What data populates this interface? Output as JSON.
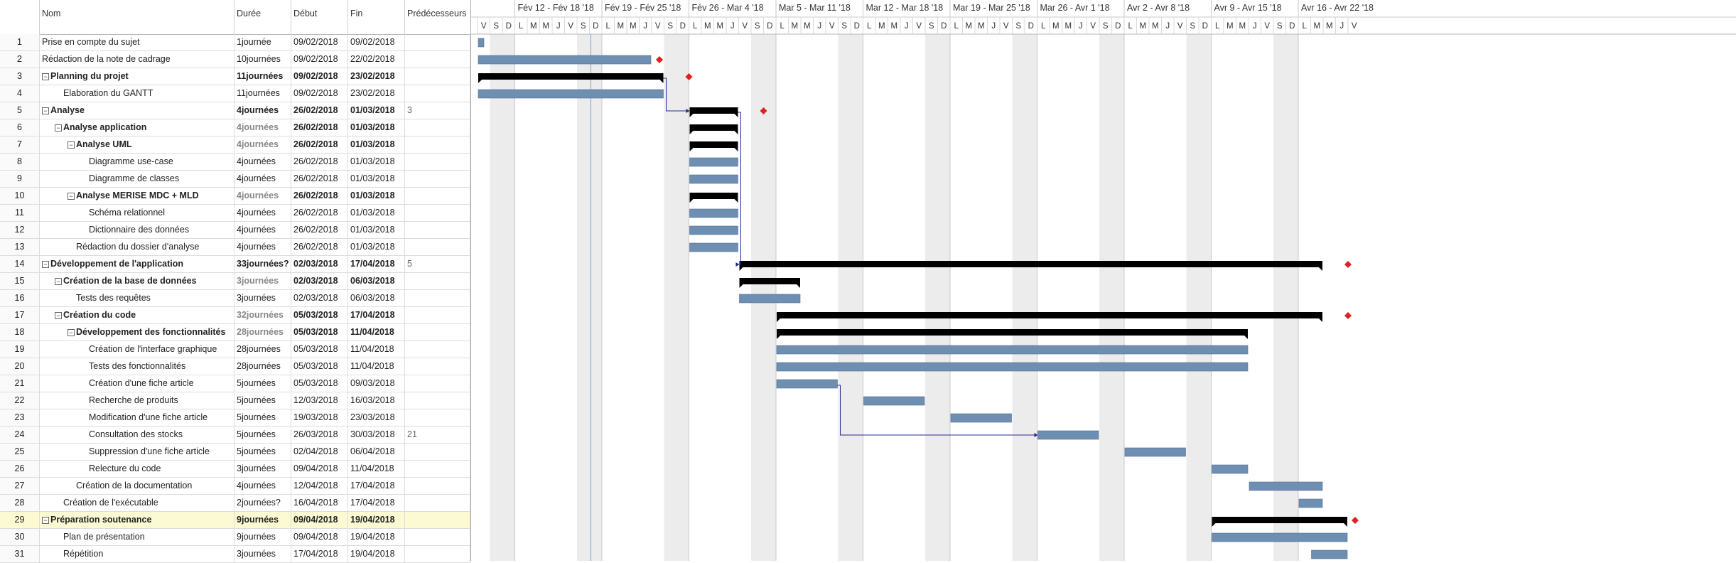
{
  "columns": {
    "name": "Nom",
    "duration": "Durée",
    "start": "Début",
    "end": "Fin",
    "predecessors": "Prédécesseurs"
  },
  "tasks": [
    {
      "id": "1",
      "name": "Prise en compte du sujet",
      "duration": "1journée",
      "start": "09/02/2018",
      "end": "09/02/2018",
      "pred": "",
      "level": 0,
      "summary": false
    },
    {
      "id": "2",
      "name": "Rédaction de la note de cadrage",
      "duration": "10journées",
      "start": "09/02/2018",
      "end": "22/02/2018",
      "pred": "",
      "level": 0,
      "summary": false
    },
    {
      "id": "3",
      "name": "Planning du projet",
      "duration": "11journées",
      "start": "09/02/2018",
      "end": "23/02/2018",
      "pred": "",
      "level": 0,
      "summary": true
    },
    {
      "id": "4",
      "name": "Elaboration du GANTT",
      "duration": "11journées",
      "start": "09/02/2018",
      "end": "23/02/2018",
      "pred": "",
      "level": 1,
      "summary": false
    },
    {
      "id": "5",
      "name": "Analyse",
      "duration": "4journées",
      "start": "26/02/2018",
      "end": "01/03/2018",
      "pred": "3",
      "level": 0,
      "summary": true
    },
    {
      "id": "6",
      "name": "Analyse application",
      "duration": "4journées",
      "start": "26/02/2018",
      "end": "01/03/2018",
      "pred": "",
      "level": 1,
      "summary": true
    },
    {
      "id": "7",
      "name": "Analyse UML",
      "duration": "4journées",
      "start": "26/02/2018",
      "end": "01/03/2018",
      "pred": "",
      "level": 2,
      "summary": true
    },
    {
      "id": "8",
      "name": "Diagramme use-case",
      "duration": "4journées",
      "start": "26/02/2018",
      "end": "01/03/2018",
      "pred": "",
      "level": 3,
      "summary": false
    },
    {
      "id": "9",
      "name": "Diagramme de classes",
      "duration": "4journées",
      "start": "26/02/2018",
      "end": "01/03/2018",
      "pred": "",
      "level": 3,
      "summary": false
    },
    {
      "id": "10",
      "name": "Analyse MERISE MDC + MLD",
      "duration": "4journées",
      "start": "26/02/2018",
      "end": "01/03/2018",
      "pred": "",
      "level": 2,
      "summary": true
    },
    {
      "id": "11",
      "name": "Schéma relationnel",
      "duration": "4journées",
      "start": "26/02/2018",
      "end": "01/03/2018",
      "pred": "",
      "level": 3,
      "summary": false
    },
    {
      "id": "12",
      "name": "Dictionnaire des données",
      "duration": "4journées",
      "start": "26/02/2018",
      "end": "01/03/2018",
      "pred": "",
      "level": 3,
      "summary": false
    },
    {
      "id": "13",
      "name": "Rédaction du dossier d'analyse",
      "duration": "4journées",
      "start": "26/02/2018",
      "end": "01/03/2018",
      "pred": "",
      "level": 2,
      "summary": false
    },
    {
      "id": "14",
      "name": "Développement de l'application",
      "duration": "33journées?",
      "start": "02/03/2018",
      "end": "17/04/2018",
      "pred": "5",
      "level": 0,
      "summary": true
    },
    {
      "id": "15",
      "name": "Création de la base de données",
      "duration": "3journées",
      "start": "02/03/2018",
      "end": "06/03/2018",
      "pred": "",
      "level": 1,
      "summary": true
    },
    {
      "id": "16",
      "name": "Tests des requêtes",
      "duration": "3journées",
      "start": "02/03/2018",
      "end": "06/03/2018",
      "pred": "",
      "level": 2,
      "summary": false
    },
    {
      "id": "17",
      "name": "Création du code",
      "duration": "32journées",
      "start": "05/03/2018",
      "end": "17/04/2018",
      "pred": "",
      "level": 1,
      "summary": true
    },
    {
      "id": "18",
      "name": "Développement des fonctionnalités",
      "duration": "28journées",
      "start": "05/03/2018",
      "end": "11/04/2018",
      "pred": "",
      "level": 2,
      "summary": true
    },
    {
      "id": "19",
      "name": "Création de l'interface graphique",
      "duration": "28journées",
      "start": "05/03/2018",
      "end": "11/04/2018",
      "pred": "",
      "level": 3,
      "summary": false
    },
    {
      "id": "20",
      "name": "Tests des fonctionnalités",
      "duration": "28journées",
      "start": "05/03/2018",
      "end": "11/04/2018",
      "pred": "",
      "level": 3,
      "summary": false
    },
    {
      "id": "21",
      "name": "Création d'une fiche article",
      "duration": "5journées",
      "start": "05/03/2018",
      "end": "09/03/2018",
      "pred": "",
      "level": 3,
      "summary": false
    },
    {
      "id": "22",
      "name": "Recherche de produits",
      "duration": "5journées",
      "start": "12/03/2018",
      "end": "16/03/2018",
      "pred": "",
      "level": 3,
      "summary": false
    },
    {
      "id": "23",
      "name": "Modification d'une fiche article",
      "duration": "5journées",
      "start": "19/03/2018",
      "end": "23/03/2018",
      "pred": "",
      "level": 3,
      "summary": false
    },
    {
      "id": "24",
      "name": "Consultation des stocks",
      "duration": "5journées",
      "start": "26/03/2018",
      "end": "30/03/2018",
      "pred": "21",
      "level": 3,
      "summary": false
    },
    {
      "id": "25",
      "name": "Suppression d'une fiche article",
      "duration": "5journées",
      "start": "02/04/2018",
      "end": "06/04/2018",
      "pred": "",
      "level": 3,
      "summary": false
    },
    {
      "id": "26",
      "name": "Relecture du code",
      "duration": "3journées",
      "start": "09/04/2018",
      "end": "11/04/2018",
      "pred": "",
      "level": 3,
      "summary": false
    },
    {
      "id": "27",
      "name": "Création de la documentation",
      "duration": "4journées",
      "start": "12/04/2018",
      "end": "17/04/2018",
      "pred": "",
      "level": 2,
      "summary": false
    },
    {
      "id": "28",
      "name": "Création de l'exécutable",
      "duration": "2journées?",
      "start": "16/04/2018",
      "end": "17/04/2018",
      "pred": "",
      "level": 1,
      "summary": false
    },
    {
      "id": "29",
      "name": "Préparation soutenance",
      "duration": "9journées",
      "start": "09/04/2018",
      "end": "19/04/2018",
      "pred": "",
      "level": 0,
      "summary": true,
      "highlight": true
    },
    {
      "id": "30",
      "name": "Plan de présentation",
      "duration": "9journées",
      "start": "09/04/2018",
      "end": "19/04/2018",
      "pred": "",
      "level": 1,
      "summary": false
    },
    {
      "id": "31",
      "name": "Répétition",
      "duration": "3journées",
      "start": "17/04/2018",
      "end": "19/04/2018",
      "pred": "",
      "level": 1,
      "summary": false
    }
  ],
  "timeline": {
    "first_day": "2018-02-09",
    "weeks": [
      "Fév 12 - Fév 18 '18",
      "Fév 19 - Fév 25 '18",
      "Fév 26 - Mar 4 '18",
      "Mar 5 - Mar 11 '18",
      "Mar 12 - Mar 18 '18",
      "Mar 19 - Mar 25 '18",
      "Mar 26 - Avr 1 '18",
      "Avr 2 - Avr 8 '18",
      "Avr 9 - Avr 15 '18",
      "Avr 16 - Avr 22 '18"
    ],
    "day_letters": [
      "V",
      "S",
      "D",
      "L",
      "M",
      "M",
      "J",
      "V",
      "S",
      "D",
      "L",
      "M",
      "M",
      "J",
      "V",
      "S",
      "D",
      "L",
      "M",
      "M",
      "J",
      "V",
      "S",
      "D",
      "L",
      "M",
      "M",
      "J",
      "V",
      "S",
      "D",
      "L",
      "M",
      "M",
      "J",
      "V",
      "S",
      "D",
      "L",
      "M",
      "M",
      "J",
      "V",
      "S",
      "D",
      "L",
      "M",
      "M",
      "J",
      "V",
      "S",
      "D",
      "L",
      "M",
      "M",
      "J",
      "V",
      "S",
      "D",
      "L",
      "M",
      "M",
      "J",
      "V",
      "S",
      "D",
      "L",
      "M",
      "M",
      "J",
      "V"
    ],
    "today": "2018-02-18"
  },
  "colors": {
    "task_bar": "#6f8fb2",
    "summary_bar": "#000000",
    "milestone": "#e02020",
    "link": "#1f2d8f",
    "weekend": "#ececec",
    "today_line": "#7fa0d0",
    "highlight": "#fcfad2"
  }
}
